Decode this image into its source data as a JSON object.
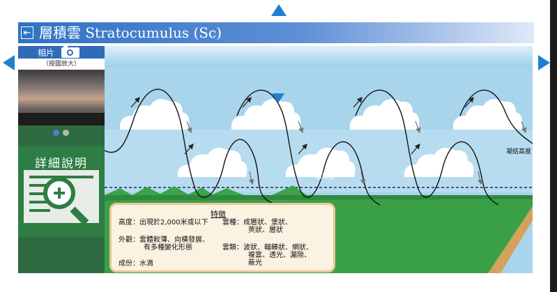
{
  "header": {
    "title_zh": "層積雲",
    "title_en": "Stratocumulus (Sc)",
    "back_icon": "exit-arrow-icon"
  },
  "sidebar": {
    "photo_label": "相片",
    "photo_hint": "（按圖放大）",
    "detail_label": "詳細說明"
  },
  "diagram": {
    "cloud_label": "層積雲",
    "condensation_label": "凝結高度"
  },
  "info": {
    "title": "特徵",
    "height": "高度：出現於2,000米或以下",
    "species_1": "雲種：成層狀、堡狀、",
    "species_2": "莢狀、層狀",
    "appearance_1": "外觀：雲體較薄、向橫發展、",
    "appearance_2": "有多種變化形態",
    "variety_1": "雲類：波狀、輻輳狀、網狀、",
    "variety_2": "複雲、透光、漏隙、",
    "variety_3": "蔽光",
    "composition": "成份：水滴"
  },
  "colors": {
    "accent": "#1f7fd0",
    "sidebar_green": "#2e7d45",
    "sky": "#a8d4ec",
    "ground": "#39a047"
  }
}
